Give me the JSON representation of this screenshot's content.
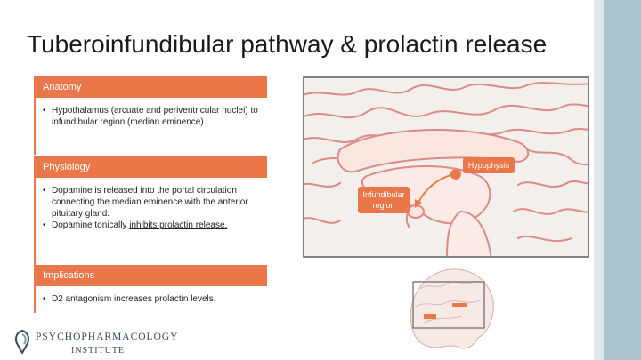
{
  "title": "Tuberoinfundibular pathway & prolactin release",
  "sections": [
    {
      "header": "Anatomy",
      "bullets": [
        {
          "pre": "Hypothalamus (arcuate and periventricular nuclei) to infundibular region (median eminence).",
          "u": "",
          "post": ""
        }
      ]
    },
    {
      "header": "Physiology",
      "bullets": [
        {
          "pre": "Dopamine is released into the portal circulation connecting the median eminence with the anterior pituitary gland.",
          "u": "",
          "post": ""
        },
        {
          "pre": "Dopamine tonically ",
          "u": "inhibits prolactin release.",
          "post": ""
        }
      ]
    },
    {
      "header": "Implications",
      "bullets": [
        {
          "pre": "D2 antagonism increases prolactin levels.",
          "u": "",
          "post": ""
        }
      ]
    }
  ],
  "diagram": {
    "label_hypophysis": "Hypophysis",
    "label_infundibular": "Infundibular region",
    "label_infundibular_line1": "Infundibular",
    "label_infundibular_line2": "region"
  },
  "logo": {
    "line1": "PSYCHOPHARMACOLOGY",
    "line2": "INSTITUTE"
  },
  "colors": {
    "accent": "#e9774a",
    "sidebar": "#a9c4cd",
    "logo": "#3a4a56"
  }
}
